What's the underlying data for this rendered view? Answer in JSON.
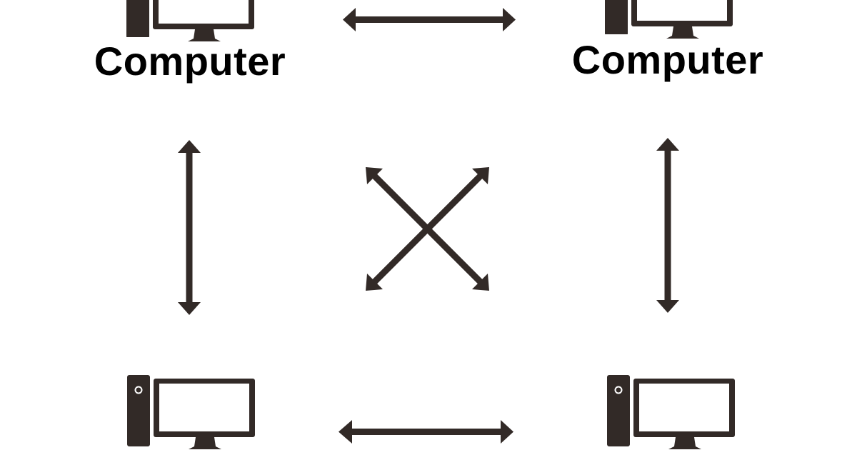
{
  "diagram": {
    "type": "network-topology",
    "description": "Four computers, each connected to every other computer with bidirectional arrows (full mesh).",
    "colors": {
      "ink": "#322a27",
      "text": "#000000",
      "background": "#ffffff"
    },
    "nodes": [
      {
        "id": "top-left",
        "label": "Computer",
        "icon": "desktop-computer-icon"
      },
      {
        "id": "top-right",
        "label": "Computer",
        "icon": "desktop-computer-icon"
      },
      {
        "id": "bottom-left",
        "label": "",
        "icon": "desktop-computer-icon"
      },
      {
        "id": "bottom-right",
        "label": "",
        "icon": "desktop-computer-icon"
      }
    ],
    "edges": [
      {
        "from": "top-left",
        "to": "top-right",
        "style": "double-arrow"
      },
      {
        "from": "bottom-left",
        "to": "bottom-right",
        "style": "double-arrow"
      },
      {
        "from": "top-left",
        "to": "bottom-left",
        "style": "double-arrow"
      },
      {
        "from": "top-right",
        "to": "bottom-right",
        "style": "double-arrow"
      },
      {
        "from": "top-left",
        "to": "bottom-right",
        "style": "double-arrow"
      },
      {
        "from": "top-right",
        "to": "bottom-left",
        "style": "double-arrow"
      }
    ]
  }
}
